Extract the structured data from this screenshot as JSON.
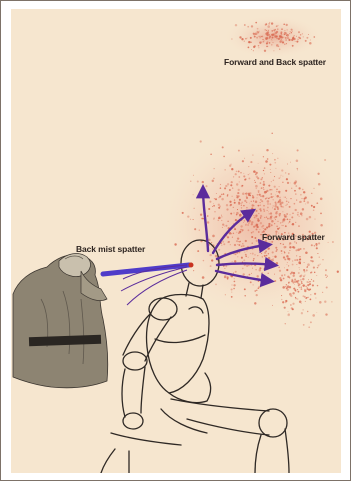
{
  "labels": {
    "forward_and_back": "Forward and Back spatter",
    "forward": "Forward spatter",
    "back_mist": "Back mist spatter"
  },
  "colors": {
    "paper": "#f6e6cf",
    "spatter": "#d96a52",
    "arrows": "#5b2c9c",
    "line_art": "#2f2925",
    "robe": "#8d8472",
    "belt": "#2a2622"
  }
}
